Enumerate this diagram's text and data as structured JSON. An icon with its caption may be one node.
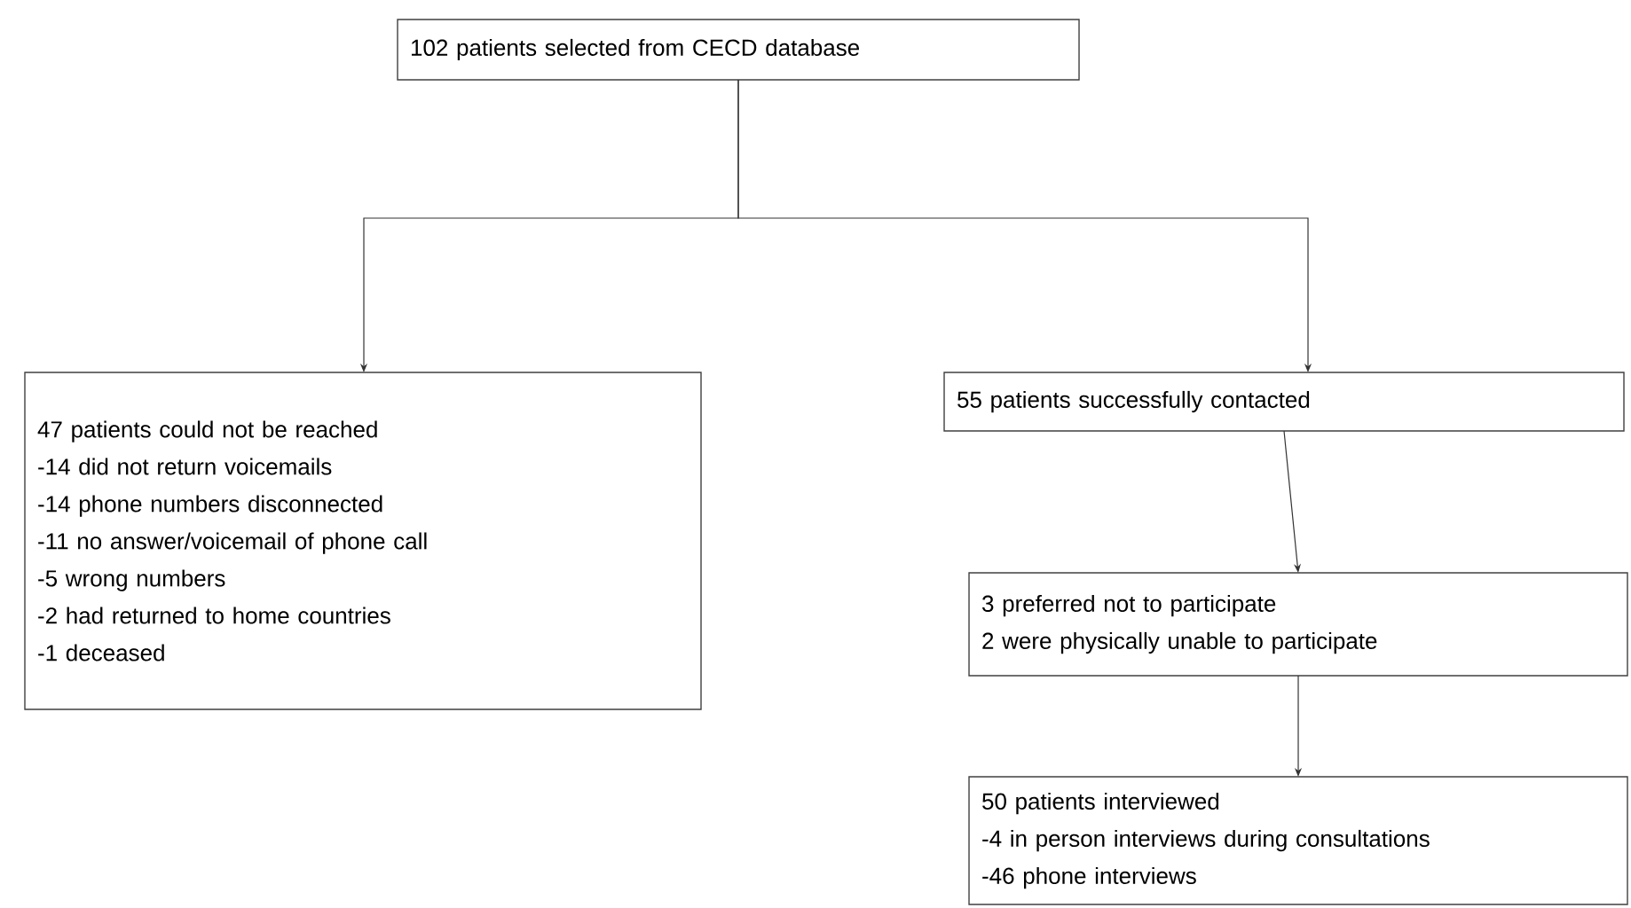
{
  "diagram": {
    "nodes": [
      {
        "text": [
          "102 patients selected from CECD database"
        ]
      },
      {
        "text": [
          "47 patients could not be reached",
          "-14 did not return voicemails",
          "-14 phone numbers disconnected",
          "-11 no answer/voicemail of phone call",
          "-5 wrong numbers",
          "-2 had returned to home countries",
          "-1 deceased"
        ]
      },
      {
        "text": [
          "55 patients successfully contacted"
        ]
      },
      {
        "text": [
          "3 preferred not to participate",
          "2 were physically unable to participate"
        ]
      },
      {
        "text": [
          "50 patients interviewed",
          "-4 in person interviews during consultations",
          "-46 phone interviews"
        ]
      }
    ],
    "edges": [
      {
        "from": 0,
        "to": 1,
        "arrow": "to"
      },
      {
        "from": 0,
        "to": 2,
        "arrow": "to"
      },
      {
        "from": 2,
        "to": 3,
        "arrow": "to"
      },
      {
        "from": 3,
        "to": 4,
        "arrow": "to"
      }
    ]
  }
}
